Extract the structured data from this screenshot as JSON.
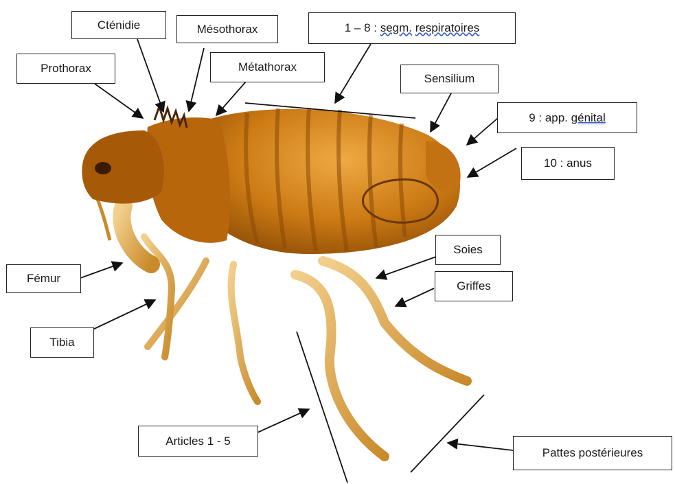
{
  "labels": {
    "ctenidie": "Cténidie",
    "mesothorax": "Mésothorax",
    "segments_prefix": "1 – 8 : ",
    "segments_word1": "segm.",
    "segments_word2": "respiratoires",
    "prothorax": "Prothorax",
    "metathorax": "Métathorax",
    "sensilium": "Sensilium",
    "genital_prefix": "9 : app. ",
    "genital_word": "génital",
    "anus": "10 : anus",
    "soies": "Soies",
    "femur": "Fémur",
    "griffes": "Griffes",
    "tibia": "Tibia",
    "articles": "Articles 1 - 5",
    "pattes": "Pattes postérieures"
  },
  "colors": {
    "body_dark": "#8a4a05",
    "body_mid": "#c9780e",
    "body_light": "#e9a93a",
    "leg": "#e2b56a",
    "arrow": "#111111"
  }
}
